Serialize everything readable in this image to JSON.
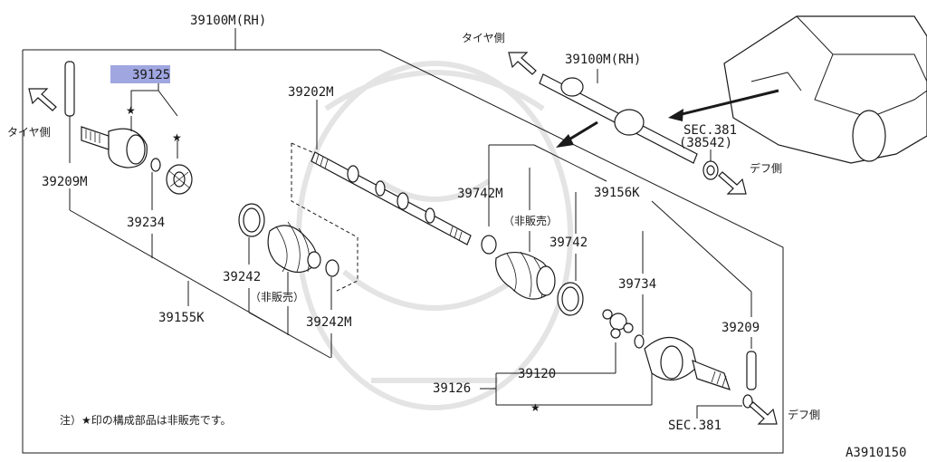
{
  "labels": {
    "assembly_rh_top": "39100M(RH)",
    "highlight_part": "39125",
    "tire_side_left": "タイヤ側",
    "part_39209m": "39209M",
    "part_39234": "39234",
    "part_39155k": "39155K",
    "part_39202m": "39202M",
    "part_39242": "39242",
    "not_sold_1": "（非販売）",
    "part_39242m": "39242M",
    "part_39742m": "39742M",
    "not_sold_2": "（非販売）",
    "part_39742": "39742",
    "part_39156k": "39156K",
    "part_39734": "39734",
    "part_39209": "39209",
    "part_39120": "39120",
    "part_39126": "39126",
    "sec381_bottom": "SEC.381",
    "diff_side_bottom": "デフ側",
    "tire_side_top": "タイヤ側",
    "assembly_rh_inset": "39100M(RH)",
    "sec381_inset": "SEC.381",
    "sec381_inset_ref": "(38542)",
    "diff_side_inset": "デフ側",
    "note": "注）★印の構成部品は非販売です。",
    "drawing_id": "A3910150"
  },
  "colors": {
    "highlight": "#9fa6e0",
    "line": "#1a1a1a",
    "watermark": "#e4e4e4"
  },
  "icons": [
    "arrow-outline-icon",
    "star-icon"
  ]
}
